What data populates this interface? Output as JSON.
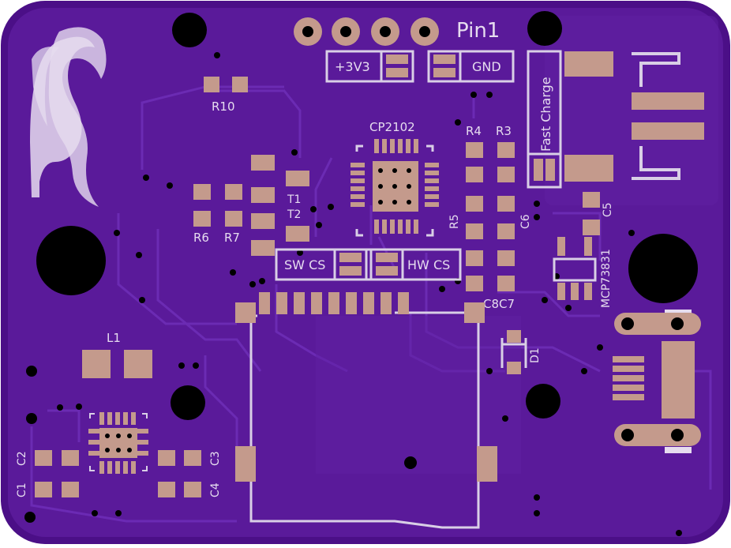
{
  "board": {
    "colors": {
      "board_outline": "#4b0f87",
      "board_fill": "#5a1a9a",
      "trace": "#6f2eb8",
      "silkscreen": "#e6dcef",
      "pad": "#c49a8c",
      "hole": "#000000"
    },
    "labels": {
      "pin1": "Pin1",
      "v33": "+3V3",
      "gnd": "GND",
      "fast_charge": "Fast Charge",
      "cp2102": "CP2102",
      "r10": "R10",
      "r4": "R4",
      "r3": "R3",
      "r5": "R5",
      "r6": "R6",
      "r7": "R7",
      "t1": "T1",
      "t2": "T2",
      "c6": "C6",
      "c5": "C5",
      "mcp73831": "MCP73831",
      "sw_cs": "SW CS",
      "hw_cs": "HW CS",
      "c8c7": "C8C7",
      "l1": "L1",
      "d1": "D1",
      "c1": "C1",
      "c2": "C2",
      "c3": "C3",
      "c4": "C4"
    },
    "logo_icon": "logo-icon"
  }
}
